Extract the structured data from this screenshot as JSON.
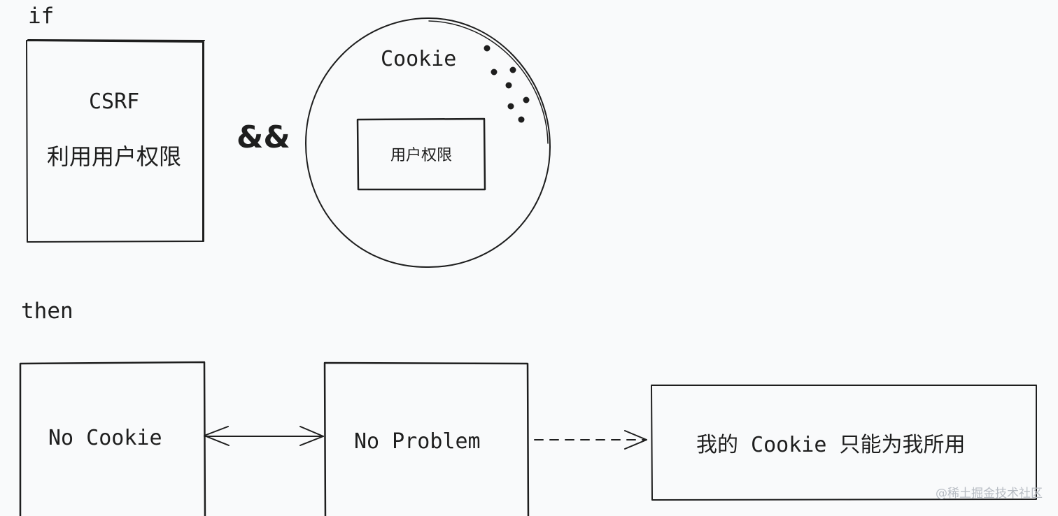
{
  "labels": {
    "if": "if",
    "then": "then",
    "and_operator": "&&"
  },
  "csrf_box": {
    "title": "CSRF",
    "subtitle": "利用用户权限"
  },
  "cookie_circle": {
    "title": "Cookie",
    "inner_box": "用户权限"
  },
  "no_cookie_box": {
    "label": "No Cookie"
  },
  "no_problem_box": {
    "label": "No Problem"
  },
  "result_box": {
    "label": "我的 Cookie 只能为我所用"
  },
  "watermark": "@稀土掘金技术社区",
  "colors": {
    "stroke": "#1e1e1e",
    "background": "#f9fafb",
    "watermark": "#b7bcc3"
  }
}
